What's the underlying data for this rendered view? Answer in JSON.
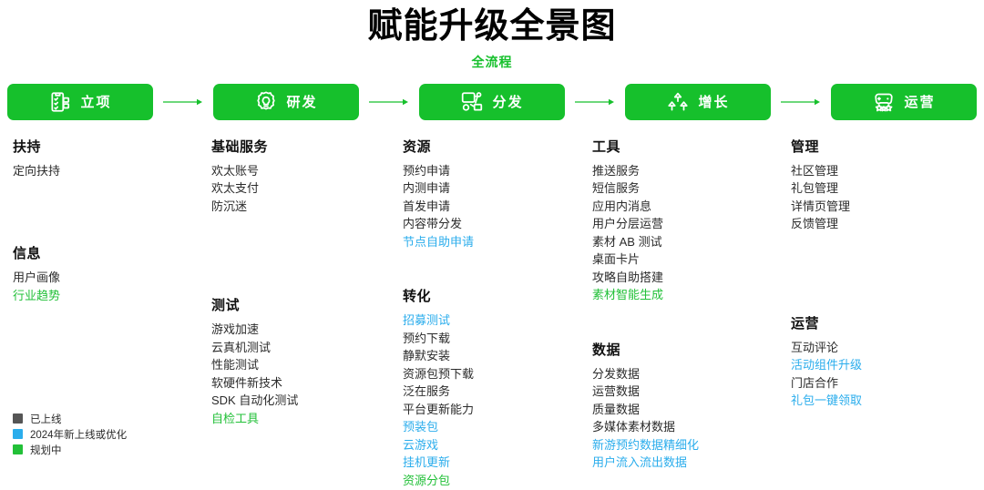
{
  "header": {
    "title": "赋能升级全景图",
    "subtitle": "全流程"
  },
  "colors": {
    "brand_green": "#16c02c",
    "status_gray": "#555555",
    "status_blue": "#2badec",
    "status_green": "#22c038"
  },
  "stages": [
    {
      "label": "立项",
      "icon": "clipboard-checklist-icon"
    },
    {
      "label": "研发",
      "icon": "gear-lightbulb-icon"
    },
    {
      "label": "分发",
      "icon": "distribution-network-icon"
    },
    {
      "label": "增长",
      "icon": "growth-arrows-icon"
    },
    {
      "label": "运营",
      "icon": "gamepad-stars-icon"
    }
  ],
  "columns": [
    {
      "name": "立项",
      "groups": [
        {
          "title": "扶持",
          "items": [
            {
              "label": "定向扶持",
              "status": "gray"
            }
          ]
        },
        {
          "title": "信息",
          "items": [
            {
              "label": "用户画像",
              "status": "gray"
            },
            {
              "label": "行业趋势",
              "status": "green"
            }
          ]
        }
      ]
    },
    {
      "name": "研发",
      "groups": [
        {
          "title": "基础服务",
          "items": [
            {
              "label": "欢太账号",
              "status": "gray"
            },
            {
              "label": "欢太支付",
              "status": "gray"
            },
            {
              "label": "防沉迷",
              "status": "gray"
            }
          ]
        },
        {
          "title": "测试",
          "items": [
            {
              "label": "游戏加速",
              "status": "gray"
            },
            {
              "label": "云真机测试",
              "status": "gray"
            },
            {
              "label": "性能测试",
              "status": "gray"
            },
            {
              "label": "软硬件新技术",
              "status": "gray"
            },
            {
              "label": "SDK 自动化测试",
              "status": "gray"
            },
            {
              "label": "自检工具",
              "status": "green"
            }
          ]
        }
      ]
    },
    {
      "name": "分发",
      "groups": [
        {
          "title": "资源",
          "items": [
            {
              "label": "预约申请",
              "status": "gray"
            },
            {
              "label": "内测申请",
              "status": "gray"
            },
            {
              "label": "首发申请",
              "status": "gray"
            },
            {
              "label": "内容带分发",
              "status": "gray"
            },
            {
              "label": "节点自助申请",
              "status": "blue"
            }
          ]
        },
        {
          "title": "转化",
          "items": [
            {
              "label": "招募测试",
              "status": "blue"
            },
            {
              "label": "预约下载",
              "status": "gray"
            },
            {
              "label": "静默安装",
              "status": "gray"
            },
            {
              "label": "资源包预下载",
              "status": "gray"
            },
            {
              "label": "泛在服务",
              "status": "gray"
            },
            {
              "label": "平台更新能力",
              "status": "gray"
            },
            {
              "label": "预装包",
              "status": "blue"
            },
            {
              "label": "云游戏",
              "status": "blue"
            },
            {
              "label": "挂机更新",
              "status": "blue"
            },
            {
              "label": "资源分包",
              "status": "green"
            }
          ]
        }
      ]
    },
    {
      "name": "增长",
      "groups": [
        {
          "title": "工具",
          "items": [
            {
              "label": "推送服务",
              "status": "gray"
            },
            {
              "label": "短信服务",
              "status": "gray"
            },
            {
              "label": "应用内消息",
              "status": "gray"
            },
            {
              "label": "用户分层运营",
              "status": "gray"
            },
            {
              "label": "素材 AB 测试",
              "status": "gray"
            },
            {
              "label": "桌面卡片",
              "status": "gray"
            },
            {
              "label": "攻略自助搭建",
              "status": "gray"
            },
            {
              "label": "素材智能生成",
              "status": "green"
            }
          ]
        },
        {
          "title": "数据",
          "items": [
            {
              "label": "分发数据",
              "status": "gray"
            },
            {
              "label": "运营数据",
              "status": "gray"
            },
            {
              "label": "质量数据",
              "status": "gray"
            },
            {
              "label": "多媒体素材数据",
              "status": "gray"
            },
            {
              "label": "新游预约数据精细化",
              "status": "blue"
            },
            {
              "label": "用户流入流出数据",
              "status": "blue"
            }
          ]
        }
      ]
    },
    {
      "name": "运营",
      "groups": [
        {
          "title": "管理",
          "items": [
            {
              "label": "社区管理",
              "status": "gray"
            },
            {
              "label": "礼包管理",
              "status": "gray"
            },
            {
              "label": "详情页管理",
              "status": "gray"
            },
            {
              "label": "反馈管理",
              "status": "gray"
            }
          ]
        },
        {
          "title": "运营",
          "items": [
            {
              "label": "互动评论",
              "status": "gray"
            },
            {
              "label": "活动组件升级",
              "status": "blue"
            },
            {
              "label": "门店合作",
              "status": "gray"
            },
            {
              "label": "礼包一键领取",
              "status": "blue"
            }
          ]
        }
      ]
    }
  ],
  "legend": [
    {
      "label": "已上线",
      "color": "#555555"
    },
    {
      "label": "2024年新上线或优化",
      "color": "#2badec"
    },
    {
      "label": "规划中",
      "color": "#22c038"
    }
  ]
}
